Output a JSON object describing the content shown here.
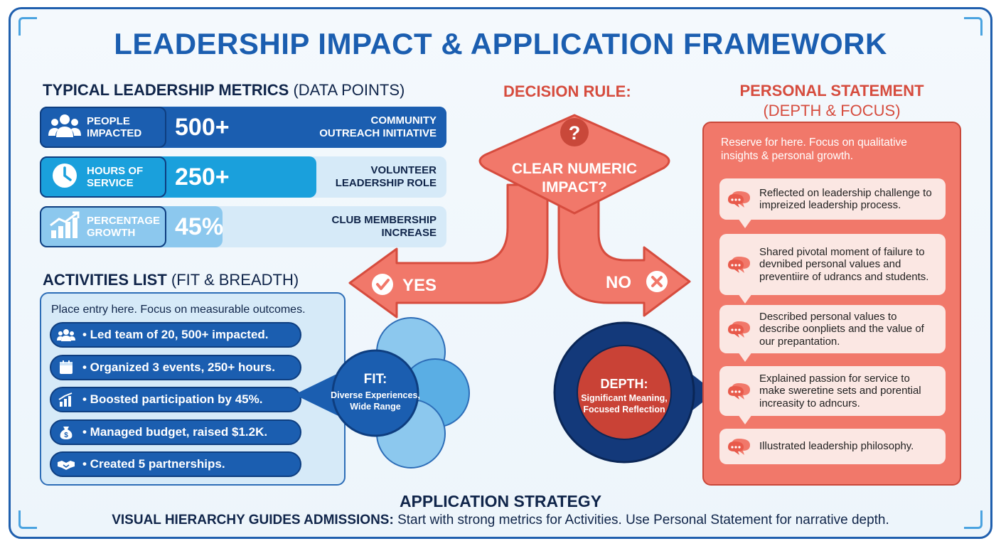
{
  "title": "LEADERSHIP IMPACT & APPLICATION FRAMEWORK",
  "metrics": {
    "heading": "TYPICAL LEADERSHIP METRICS",
    "heading_note": "(DATA POINTS)",
    "rows": [
      {
        "label_line1": "PEOPLE",
        "label_line2": "IMPACTED",
        "value": "500+",
        "desc_line1": "COMMUNITY",
        "desc_line2": "OUTREACH INITIATIVE",
        "icon": "people-icon",
        "fill": 1.0,
        "color": "#1b5eb0"
      },
      {
        "label_line1": "HOURS OF",
        "label_line2": "SERVICE",
        "value": "250+",
        "desc_line1": "VOLUNTEER",
        "desc_line2": "LEADERSHIP ROLE",
        "icon": "clock-icon",
        "fill": 0.68,
        "color": "#1aa0dc"
      },
      {
        "label_line1": "PERCENTAGE",
        "label_line2": "GROWTH",
        "value": "45%",
        "desc_line1": "CLUB MEMBERSHIP",
        "desc_line2": "INCREASE",
        "icon": "growth-chart-icon",
        "fill": 0.45,
        "color": "#8cc8ee"
      }
    ]
  },
  "activities": {
    "heading": "ACTIVITIES LIST",
    "heading_note": "(FIT & BREADTH)",
    "note": "Place entry here. Focus on measurable outcomes.",
    "items": [
      {
        "text": "• Led team of 20, 500+ impacted.",
        "icon": "team-icon"
      },
      {
        "text": "• Organized 3 events, 250+ hours.",
        "icon": "calendar-icon"
      },
      {
        "text": "• Boosted participation by 45%.",
        "icon": "bar-chart-icon"
      },
      {
        "text": "• Managed budget, raised $1.2K.",
        "icon": "money-bag-icon"
      },
      {
        "text": "• Created 5 partnerships.",
        "icon": "handshake-icon"
      }
    ]
  },
  "decision": {
    "heading": "DECISION RULE:",
    "question_line1": "CLEAR NUMERIC",
    "question_line2": "IMPACT?",
    "yes": "YES",
    "no": "NO"
  },
  "fit": {
    "title": "FIT:",
    "line1": "Diverse Experiences,",
    "line2": "Wide Range"
  },
  "depth": {
    "title": "DEPTH:",
    "line1": "Significant Meaning,",
    "line2": "Focused Reflection"
  },
  "personal_statement": {
    "heading": "PERSONAL STATEMENT",
    "heading_note": "(DEPTH & FOCUS)",
    "note": "Reserve for here. Focus on qualitative insights & personal growth.",
    "items": [
      "Reflected on leadership challenge to impreized leadership process.",
      "Shared pivotal moment of failure to devnibed personal values and preventiire of udrancs and students.",
      "Described personal values to describe oonpliets and the value of our prepantation.",
      "Explained passion for service to make sweretine sets and porential increasity to adncurs.",
      "Illustrated leadership philosophy."
    ]
  },
  "strategy": {
    "heading": "APPLICATION STRATEGY",
    "bold": "VISUAL HIERARCHY GUIDES ADMISSIONS:",
    "text": " Start with strong metrics for Activities. Use Personal Statement for narrative depth."
  },
  "colors": {
    "blue_dark": "#1b5eb0",
    "blue_mid": "#1aa0dc",
    "blue_light": "#8cc8ee",
    "coral": "#f1786a",
    "coral_dark": "#d64c3e"
  }
}
